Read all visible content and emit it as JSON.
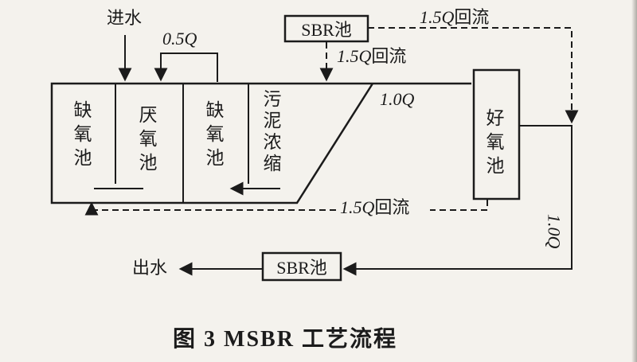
{
  "page": {
    "bg": "#f4f2ed",
    "ink": "#1b1b1b"
  },
  "caption": "图 3  MSBR 工艺流程",
  "streams": {
    "influent": "进水",
    "effluent": "出水",
    "r05": {
      "q": "0.5Q"
    },
    "r15_top": {
      "q": "1.5Q",
      "suffix": "回流"
    },
    "r15_mid": {
      "q": "1.5Q",
      "suffix": "回流"
    },
    "r15_bottom": {
      "q": "1.5Q",
      "suffix": "回流"
    },
    "q10_main": {
      "q": "1.0Q"
    },
    "q10_right": {
      "q": "1.0Q"
    }
  },
  "units": {
    "sbr_top": "SBR池",
    "sbr_bottom": "SBR池",
    "anoxic1": "缺氧池",
    "anaerobic": "厌氧池",
    "anoxic2": "缺氧池",
    "thickener": "污泥浓缩",
    "aerobic": "好氧池"
  }
}
